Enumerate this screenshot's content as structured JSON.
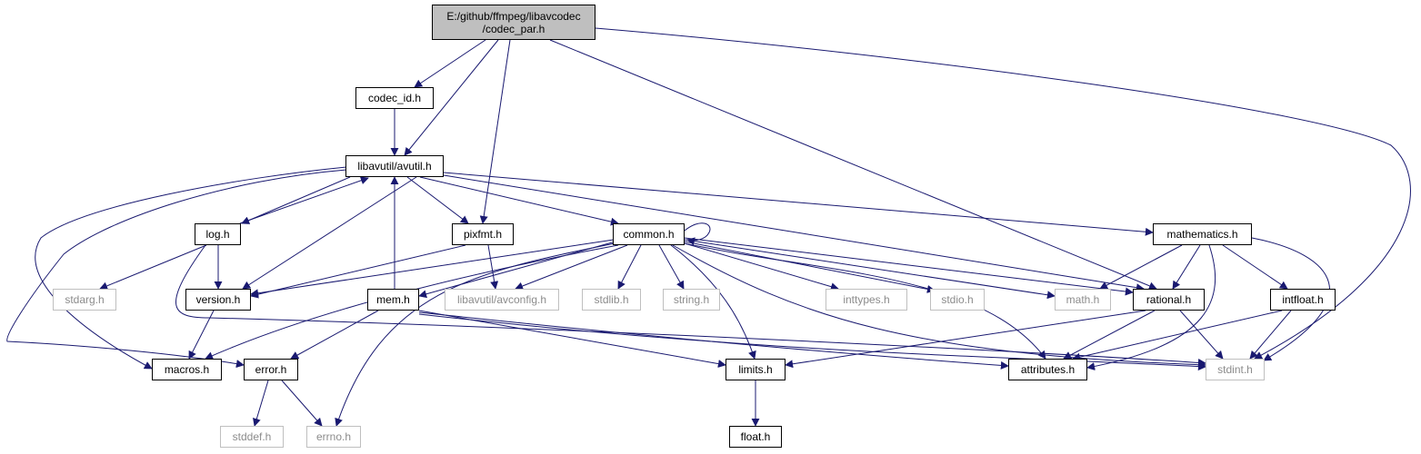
{
  "colors": {
    "edge": "#191970",
    "node_border": "#000000",
    "external_border": "#bfbfbf",
    "root_fill": "#bfbfbf"
  },
  "root": {
    "line1": "E:/github/ffmpeg/libavcodec",
    "line2": "/codec_par.h"
  },
  "nodes": {
    "codec_id": "codec_id.h",
    "avutil": "libavutil/avutil.h",
    "log": "log.h",
    "pixfmt": "pixfmt.h",
    "common": "common.h",
    "mathematics": "mathematics.h",
    "stdarg": "stdarg.h",
    "version": "version.h",
    "mem": "mem.h",
    "avconfig": "libavutil/avconfig.h",
    "stdlib": "stdlib.h",
    "string": "string.h",
    "inttypes": "inttypes.h",
    "stdio": "stdio.h",
    "math": "math.h",
    "rational": "rational.h",
    "intfloat": "intfloat.h",
    "macros": "macros.h",
    "error": "error.h",
    "limits": "limits.h",
    "attributes": "attributes.h",
    "stdint": "stdint.h",
    "stddef": "stddef.h",
    "errno": "errno.h",
    "float": "float.h"
  }
}
